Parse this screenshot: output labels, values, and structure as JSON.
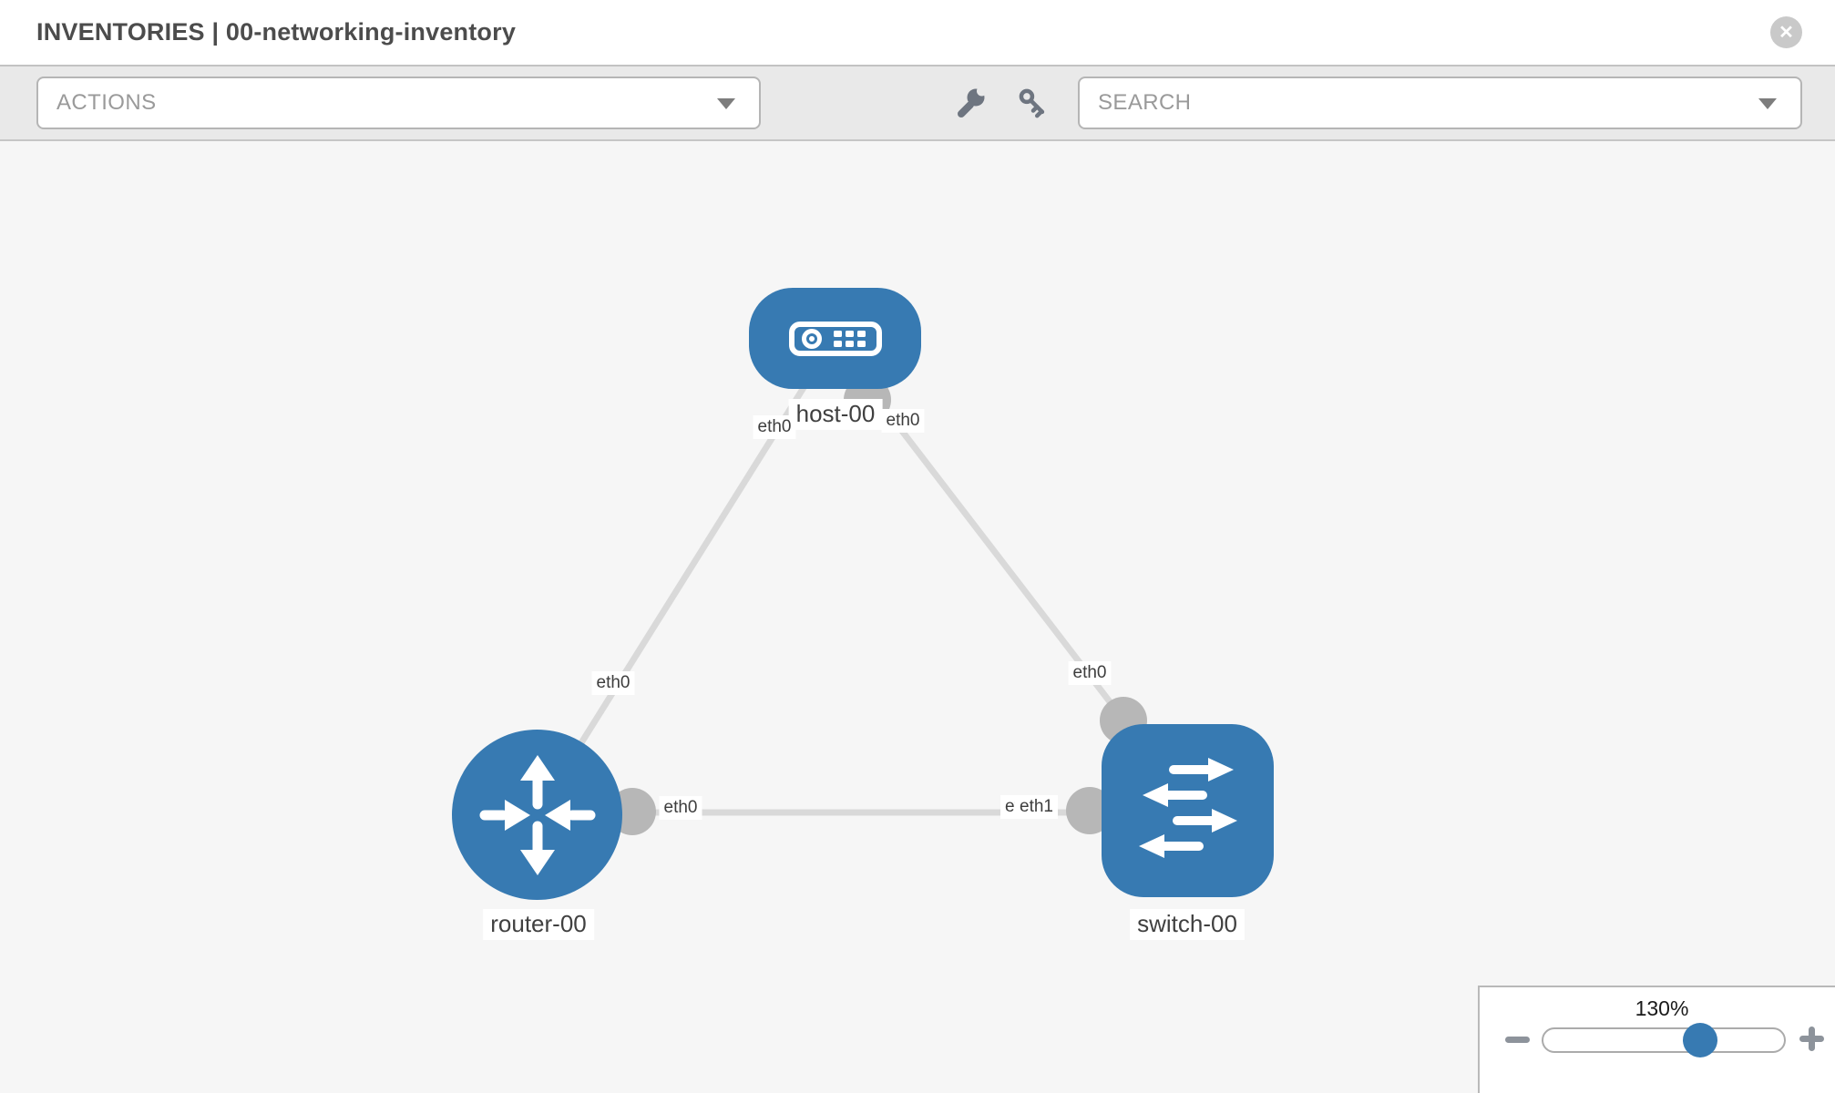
{
  "header": {
    "title": "INVENTORIES | 00-networking-inventory",
    "close_glyph": "✕"
  },
  "toolbar": {
    "actions_label": "ACTIONS",
    "search_label": "SEARCH",
    "wrench_icon": "wrench",
    "key_icon": "key"
  },
  "graph": {
    "nodes": [
      {
        "id": "host-00",
        "type": "host",
        "label": "host-00"
      },
      {
        "id": "router-00",
        "type": "router",
        "label": "router-00"
      },
      {
        "id": "switch-00",
        "type": "switch",
        "label": "switch-00"
      }
    ],
    "links": [
      {
        "from": "host-00",
        "to": "router-00",
        "from_port": "eth0",
        "to_port": "eth0"
      },
      {
        "from": "host-00",
        "to": "switch-00",
        "from_port": "eth0",
        "to_port": "eth0"
      },
      {
        "from": "router-00",
        "to": "switch-00",
        "from_port": "eth0",
        "to_ports_overlapped": [
          "eth0",
          "eth1"
        ]
      }
    ]
  },
  "zoom_control": {
    "level": "130%"
  },
  "colors": {
    "node_fill": "#377ab2",
    "link_stroke": "#d9d9d9",
    "interface_dot": "#b7b7b7",
    "canvas_bg": "#f6f6f6",
    "toolbar_bg": "#e9e9e9",
    "label_text": "#404040",
    "slider_thumb": "#377ab2"
  }
}
